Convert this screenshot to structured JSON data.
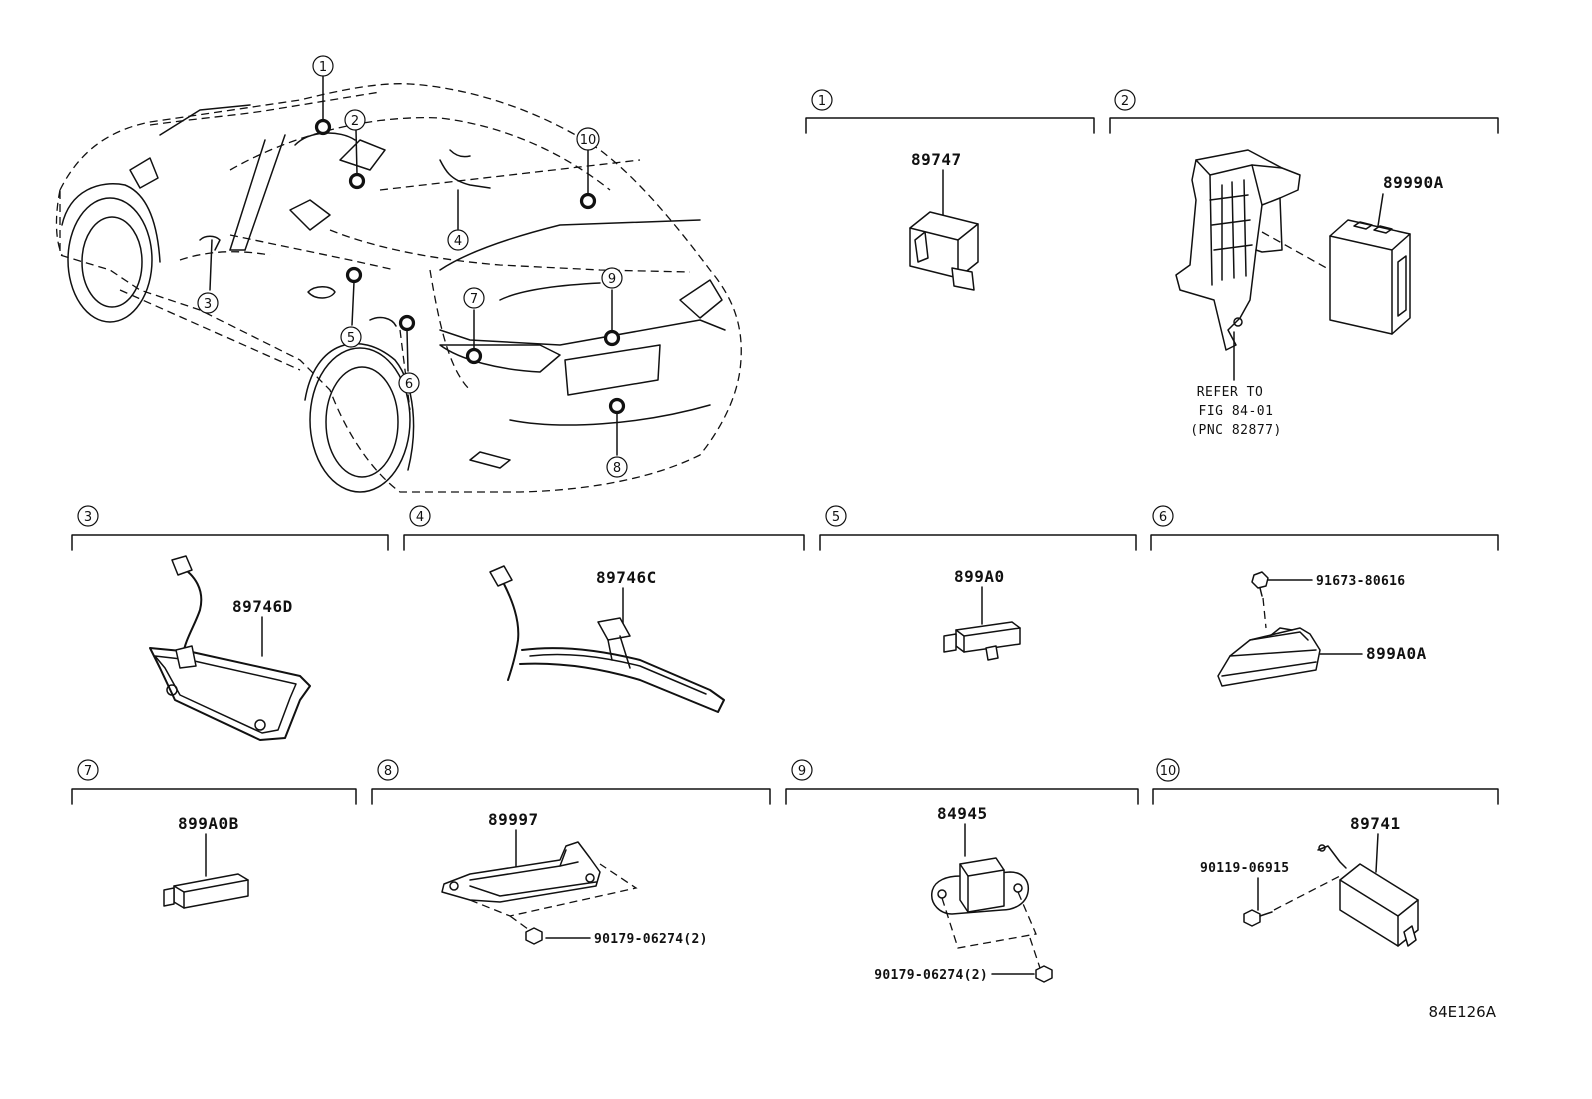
{
  "car_callouts": [
    "1",
    "2",
    "3",
    "4",
    "5",
    "6",
    "7",
    "8",
    "9",
    "10"
  ],
  "panels": [
    {
      "callout": "1",
      "parts": [
        "89747"
      ]
    },
    {
      "callout": "2",
      "parts": [
        "89990A"
      ],
      "note": [
        "REFER TO",
        "FIG 84-01",
        "(PNC 82877)"
      ]
    },
    {
      "callout": "3",
      "parts": [
        "89746D"
      ]
    },
    {
      "callout": "4",
      "parts": [
        "89746C"
      ]
    },
    {
      "callout": "5",
      "parts": [
        "899A0"
      ]
    },
    {
      "callout": "6",
      "parts": [
        "91673-80616",
        "899A0A"
      ]
    },
    {
      "callout": "7",
      "parts": [
        "899A0B"
      ]
    },
    {
      "callout": "8",
      "parts": [
        "89997",
        "90179-06274(2)"
      ]
    },
    {
      "callout": "9",
      "parts": [
        "84945",
        "90179-06274(2)"
      ]
    },
    {
      "callout": "10",
      "parts": [
        "89741",
        "90119-06915"
      ]
    }
  ],
  "figure_code": "84E126A",
  "colors": {
    "line": "#111111",
    "background": "#ffffff"
  }
}
